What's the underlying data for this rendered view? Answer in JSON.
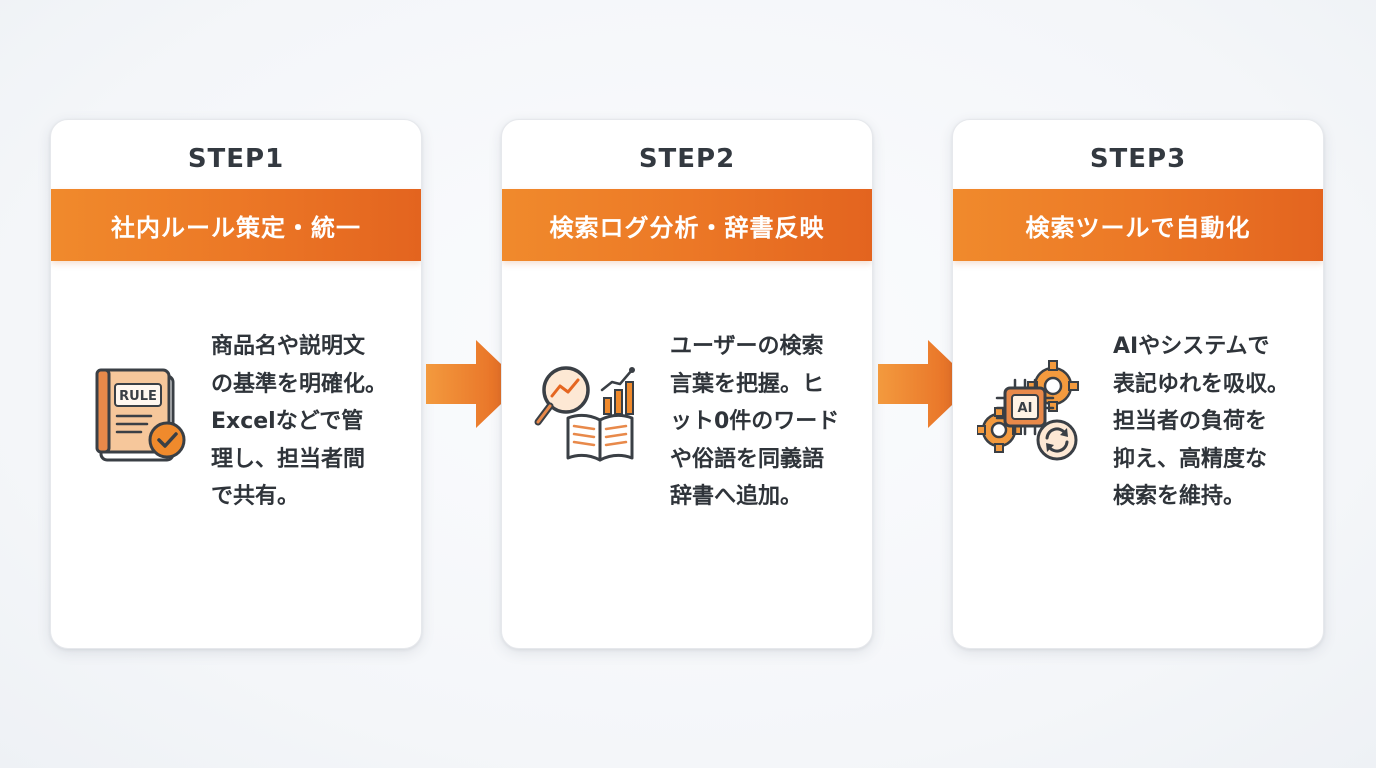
{
  "colors": {
    "accent": "#ec7826",
    "accent_dark": "#d9631e",
    "text": "#2f343a",
    "card_bg": "#ffffff"
  },
  "steps": [
    {
      "step_label": "STEP1",
      "title": "社内ルール策定・統一",
      "icon": "rule-book-check-icon",
      "icon_label": "RULE",
      "body": "商品名や説明文\nの基準を明確化。\nExcelなどで管\n理し、担当者間\nで共有。"
    },
    {
      "step_label": "STEP2",
      "title": "検索ログ分析・辞書反映",
      "icon": "search-analytics-book-icon",
      "body": "ユーザーの検索\n言葉を把握。ヒ\nット0件のワード\nや俗語を同義語\n辞書へ追加。"
    },
    {
      "step_label": "STEP3",
      "title": "検索ツールで自動化",
      "icon": "ai-gear-automation-icon",
      "icon_label": "AI",
      "body": "AIやシステムで\n表記ゆれを吸収。\n担当者の負荷を\n抑え、高精度な\n検索を維持。"
    }
  ],
  "arrows": [
    "arrow-right-icon",
    "arrow-right-icon"
  ]
}
